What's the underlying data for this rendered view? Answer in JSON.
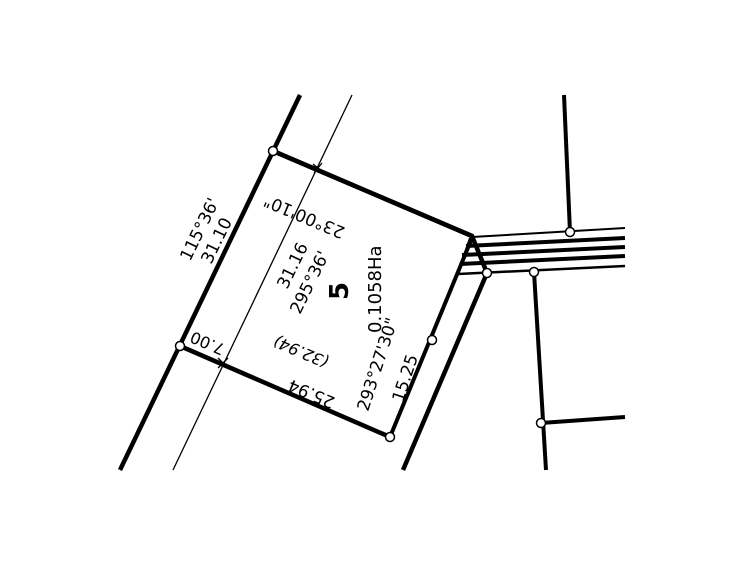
{
  "plan": {
    "lot_number": "5",
    "lot_area": "0.1058Ha",
    "colors": {
      "line": "#000000",
      "background": "#ffffff",
      "marker_fill": "#ffffff"
    },
    "labels": {
      "west_bearing": "115°36'",
      "west_distance": "31.10",
      "north_bearing": "23°00'10\"",
      "inner_distance": "31.16",
      "inner_bearing": "295°36'",
      "south_offset": "7.00",
      "south_distance_bracket": "(32.94)",
      "south_distance": "25.94",
      "east_bearing": "293°27'30\"",
      "east_distance": "15.25"
    },
    "markers": [
      {
        "name": "peg-top-left"
      },
      {
        "name": "peg-bottom-left"
      },
      {
        "name": "peg-bottom-right"
      },
      {
        "name": "peg-east-side"
      },
      {
        "name": "peg-road-1"
      },
      {
        "name": "peg-road-2"
      },
      {
        "name": "peg-road-3"
      },
      {
        "name": "peg-lot-east"
      }
    ]
  }
}
